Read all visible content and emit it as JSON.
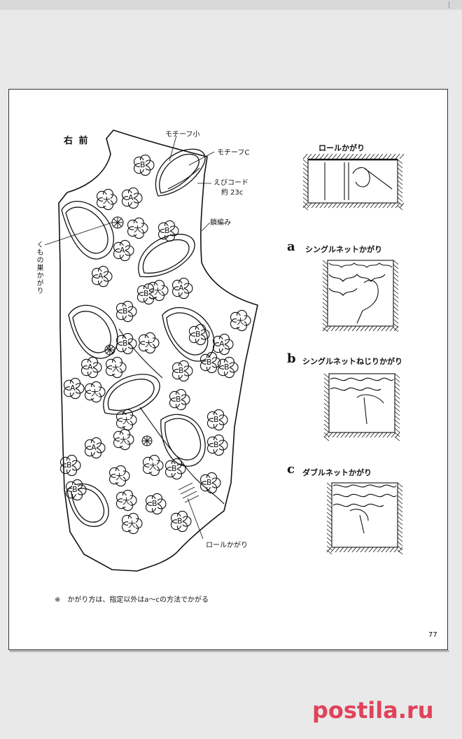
{
  "page": {
    "title": "右 前",
    "page_number": "77",
    "vertical_label": "くもの巣かがり",
    "note": "※　かがり方は、指定以外はa～cの方法でかがる"
  },
  "pattern_labels": {
    "motif_small": "モチーフ小",
    "motif_c": "モチーフC",
    "ebi_cord": "えびコード",
    "ebi_cord_length": "約 23c",
    "chain": "鎖編み",
    "roll": "ロールかがり"
  },
  "motif_marks": [
    "B",
    "大",
    "A",
    "大",
    "A",
    "B",
    "大",
    "A",
    "A",
    "B",
    "B",
    "大",
    "B",
    "大",
    "A",
    "B",
    "B",
    "A",
    "大",
    "A",
    "大",
    "B",
    "B",
    "B",
    "大",
    "B",
    "大",
    "B",
    "A",
    "大",
    "B",
    "B",
    "大",
    "B",
    "B",
    "大",
    "B",
    "B",
    "大"
  ],
  "sections": [
    {
      "letter": "",
      "title": "ロールかがり"
    },
    {
      "letter": "a",
      "title": "シングルネットかがり"
    },
    {
      "letter": "b",
      "title": "シングルネットねじりかがり"
    },
    {
      "letter": "c",
      "title": "ダブルネットかがり"
    }
  ],
  "watermark": "postila.ru",
  "colors": {
    "watermark": "#e1425a",
    "page_bg": "#ffffff",
    "outer_bg": "#e9e9e9",
    "ink": "#111111"
  }
}
